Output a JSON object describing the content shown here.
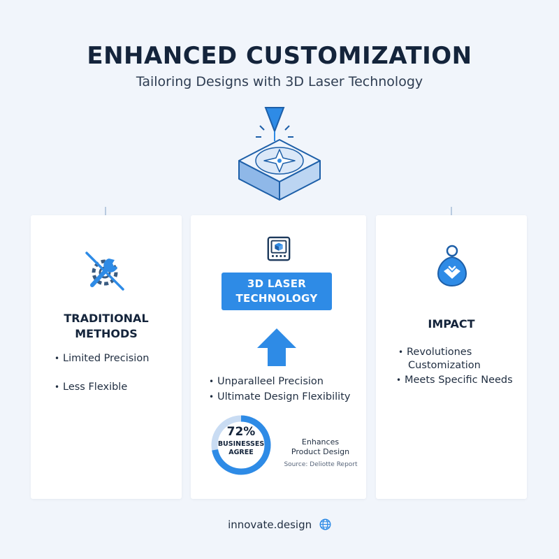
{
  "header": {
    "title": "ENHANCED CUSTOMIZATION",
    "subtitle": "Tailoring Designs with 3D Laser Technology"
  },
  "hero": {
    "icon": "laser-engraver-icon"
  },
  "cards": {
    "traditional": {
      "icon": "crossed-tools-icon",
      "heading_line1": "TRADITIONAL",
      "heading_line2": "METHODS",
      "bullets": [
        "Limited Precision",
        "Less Flexible"
      ]
    },
    "technology": {
      "icon": "3d-printer-icon",
      "label_line1": "3D LASER",
      "label_line2": "TECHNOLOGY",
      "arrow_icon": "up-arrow-icon",
      "bullets": [
        "Unparalleel Precision",
        "Ultimate Design Flexibility"
      ],
      "stat": {
        "percent": "72%",
        "label_line1": "BUSINESSES",
        "label_line2": "AGREE",
        "value": 0.72,
        "note_line1": "Enhances",
        "note_line2": "Product Design",
        "source": "Source: Deliotte Report"
      }
    },
    "impact": {
      "icon": "hands-heart-icon",
      "heading": "IMPACT",
      "bullet1_line1": "Revolutiones",
      "bullet1_line2": "Customization",
      "bullet2": "Meets Specific Needs"
    }
  },
  "footer": {
    "text": "innovate.design",
    "icon": "globe-icon"
  },
  "colors": {
    "accent": "#2e8be6",
    "light_accent": "#c9dcf3",
    "heading": "#14243b",
    "background": "#f1f5fb"
  }
}
